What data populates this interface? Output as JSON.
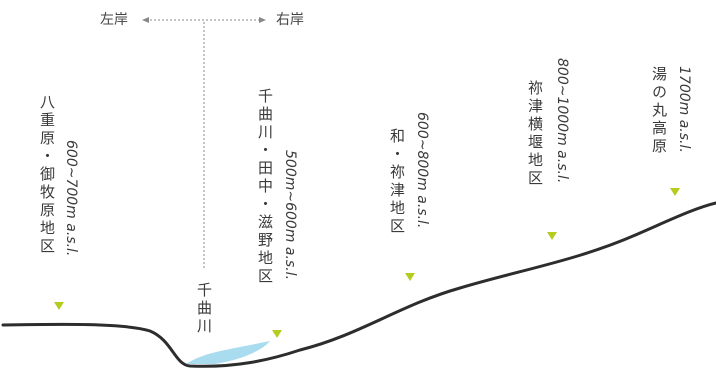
{
  "banks": {
    "left": "左岸",
    "right": "右岸"
  },
  "river": {
    "label": "千曲川"
  },
  "zones": [
    {
      "name": "八重原・御牧原地区",
      "altitude": "600~700m a.s.l."
    },
    {
      "name": "千曲川・田中・滋野地区",
      "altitude": "500m~600m a.s.l."
    },
    {
      "name": "和・祢津地区",
      "altitude": "600~800m a.s.l."
    },
    {
      "name": "祢津横堰地区",
      "altitude": "800~1000m a.s.l."
    },
    {
      "name": "湯の丸高原",
      "altitude": "1700m a.s.l."
    }
  ],
  "colors": {
    "terrain": "#2d2d2d",
    "river": "#a9dcef",
    "marker": "#b5cc1f",
    "guide": "#888888"
  }
}
